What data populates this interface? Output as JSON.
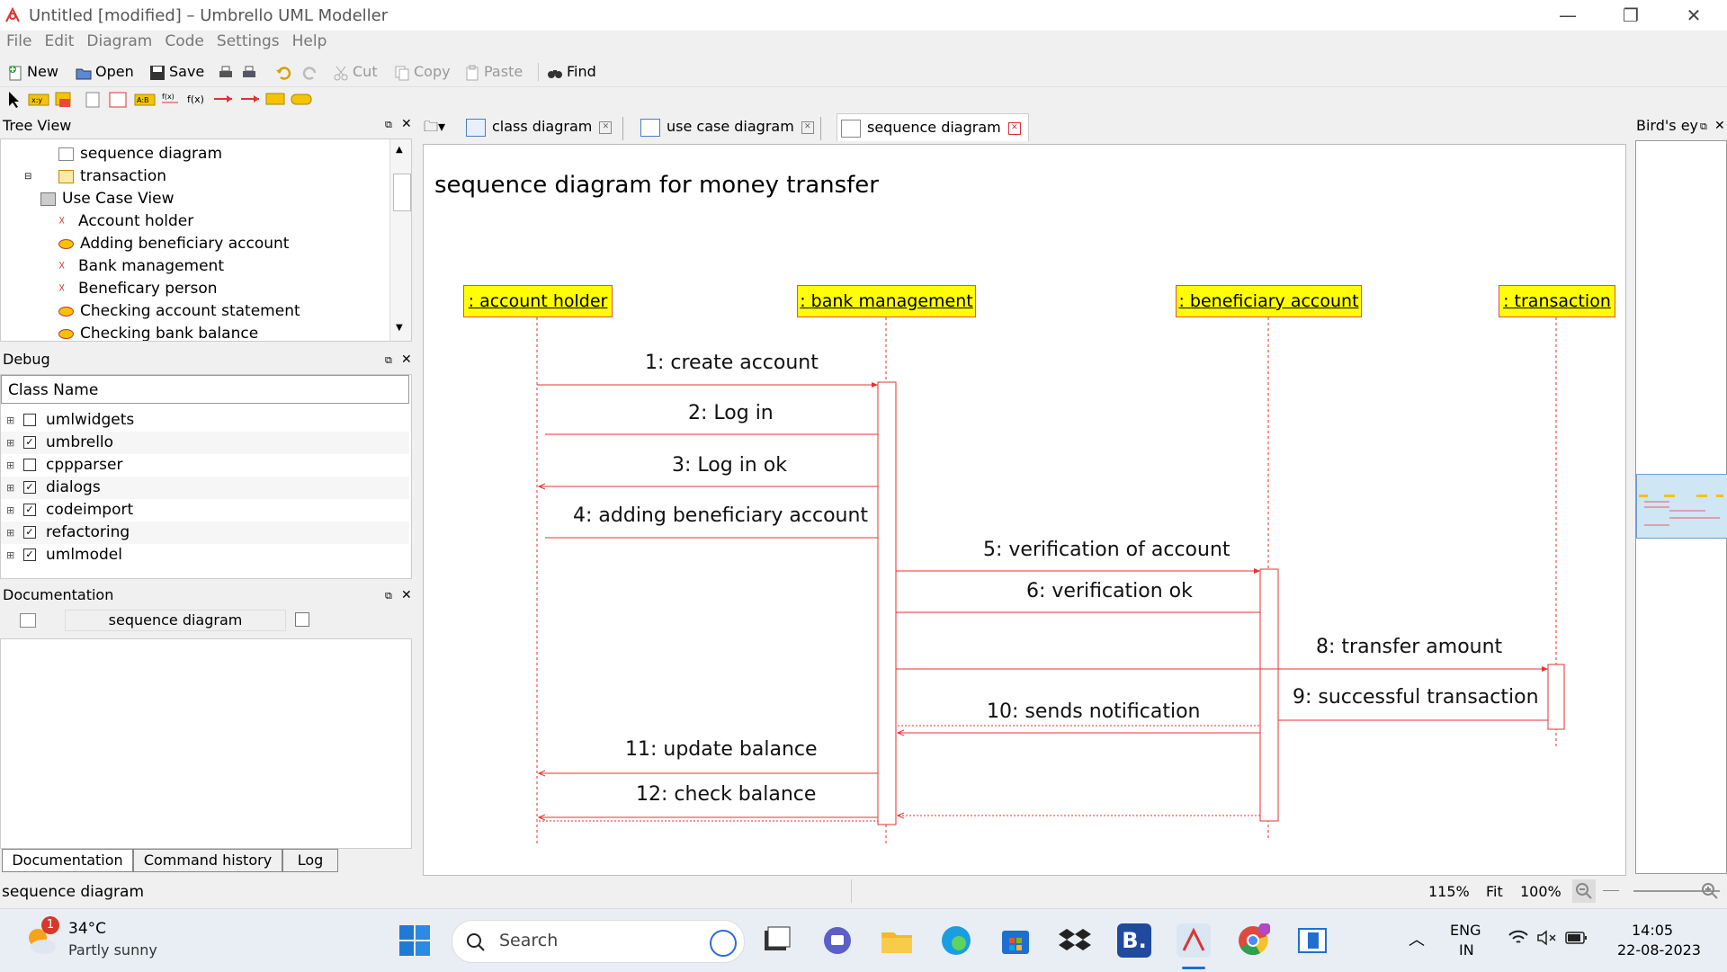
{
  "window": {
    "title": "Untitled [modified] – Umbrello UML Modeller",
    "minimize": "—",
    "restore": "❐",
    "close": "✕"
  },
  "menu": [
    "File",
    "Edit",
    "Diagram",
    "Code",
    "Settings",
    "Help"
  ],
  "toolbar": {
    "new": "New",
    "open": "Open",
    "save": "Save",
    "cut": "Cut",
    "copy": "Copy",
    "paste": "Paste",
    "find": "Find"
  },
  "tree_view": {
    "title": "Tree View",
    "items": [
      {
        "label": "sequence diagram",
        "icon": "sequence-diagram-icon"
      },
      {
        "label": "transaction",
        "icon": "class-icon"
      },
      {
        "label": "Use Case View",
        "icon": "folder-icon"
      },
      {
        "label": "Account holder",
        "icon": "actor-icon"
      },
      {
        "label": "Adding beneficiary account",
        "icon": "usecase-icon"
      },
      {
        "label": "Bank management",
        "icon": "actor-icon"
      },
      {
        "label": "Beneficary person",
        "icon": "actor-icon"
      },
      {
        "label": "Checking account statement",
        "icon": "usecase-icon"
      },
      {
        "label": "Checking bank balance",
        "icon": "usecase-icon"
      }
    ]
  },
  "debug": {
    "title": "Debug",
    "column": "Class Name",
    "items": [
      {
        "label": "umlwidgets",
        "checked": false
      },
      {
        "label": "umbrello",
        "checked": true
      },
      {
        "label": "cppparser",
        "checked": false
      },
      {
        "label": "dialogs",
        "checked": true
      },
      {
        "label": "codeimport",
        "checked": true
      },
      {
        "label": "refactoring",
        "checked": true
      },
      {
        "label": "umlmodel",
        "checked": true
      }
    ]
  },
  "documentation": {
    "title": "Documentation",
    "name": "sequence diagram",
    "tabs": [
      "Documentation",
      "Command history",
      "Log"
    ]
  },
  "tabs": [
    {
      "label": "class diagram",
      "active": false
    },
    {
      "label": "use case diagram",
      "active": false
    },
    {
      "label": "sequence diagram",
      "active": true
    }
  ],
  "birds_eye": {
    "title": "Bird's ey"
  },
  "diagram": {
    "title": "sequence diagram for money transfer",
    "objects": [
      ": account holder",
      ": bank management",
      ": beneficiary account",
      ": transaction"
    ],
    "messages": [
      "1: create account",
      "2: Log in",
      "3: Log in ok",
      "4: adding beneficiary account",
      "5: verification of account",
      "6: verification ok",
      "8: transfer amount",
      "9: successful transaction",
      "10: sends notification",
      "11: update balance",
      "12: check balance"
    ]
  },
  "status": {
    "text": "sequence diagram",
    "zoom": "115%",
    "fit": "Fit",
    "hundred": "100%"
  },
  "taskbar": {
    "weather_temp": "34°C",
    "weather_desc": "Partly sunny",
    "weather_badge": "1",
    "search": "Search",
    "lang1": "ENG",
    "lang2": "IN",
    "time": "14:05",
    "date": "22-08-2023"
  }
}
